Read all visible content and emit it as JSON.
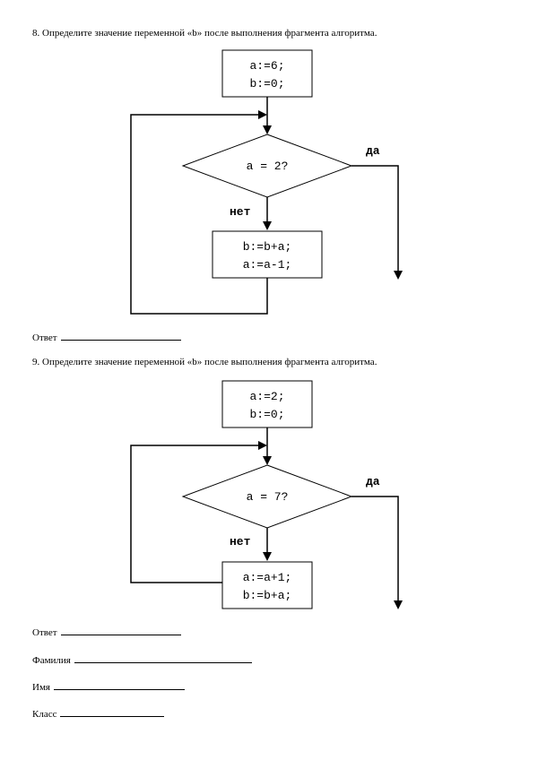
{
  "q8": {
    "text": "8. Определите значение переменной «b» после выполнения фрагмента алгоритма.",
    "init1": "a:=6;",
    "init2": "b:=0;",
    "cond": "a = 2?",
    "yes": "да",
    "no": "нет",
    "body1": "b:=b+a;",
    "body2": "a:=a-1;"
  },
  "answer_label": "Ответ",
  "q9": {
    "text": "9. Определите значение переменной «b» после выполнения фрагмента алгоритма.",
    "init1": "a:=2;",
    "init2": "b:=0;",
    "cond": "a = 7?",
    "yes": "да",
    "no": "нет",
    "body1": "a:=a+1;",
    "body2": "b:=b+a;"
  },
  "fields": {
    "surname": "Фамилия",
    "name": "Имя",
    "class": "Класс"
  }
}
